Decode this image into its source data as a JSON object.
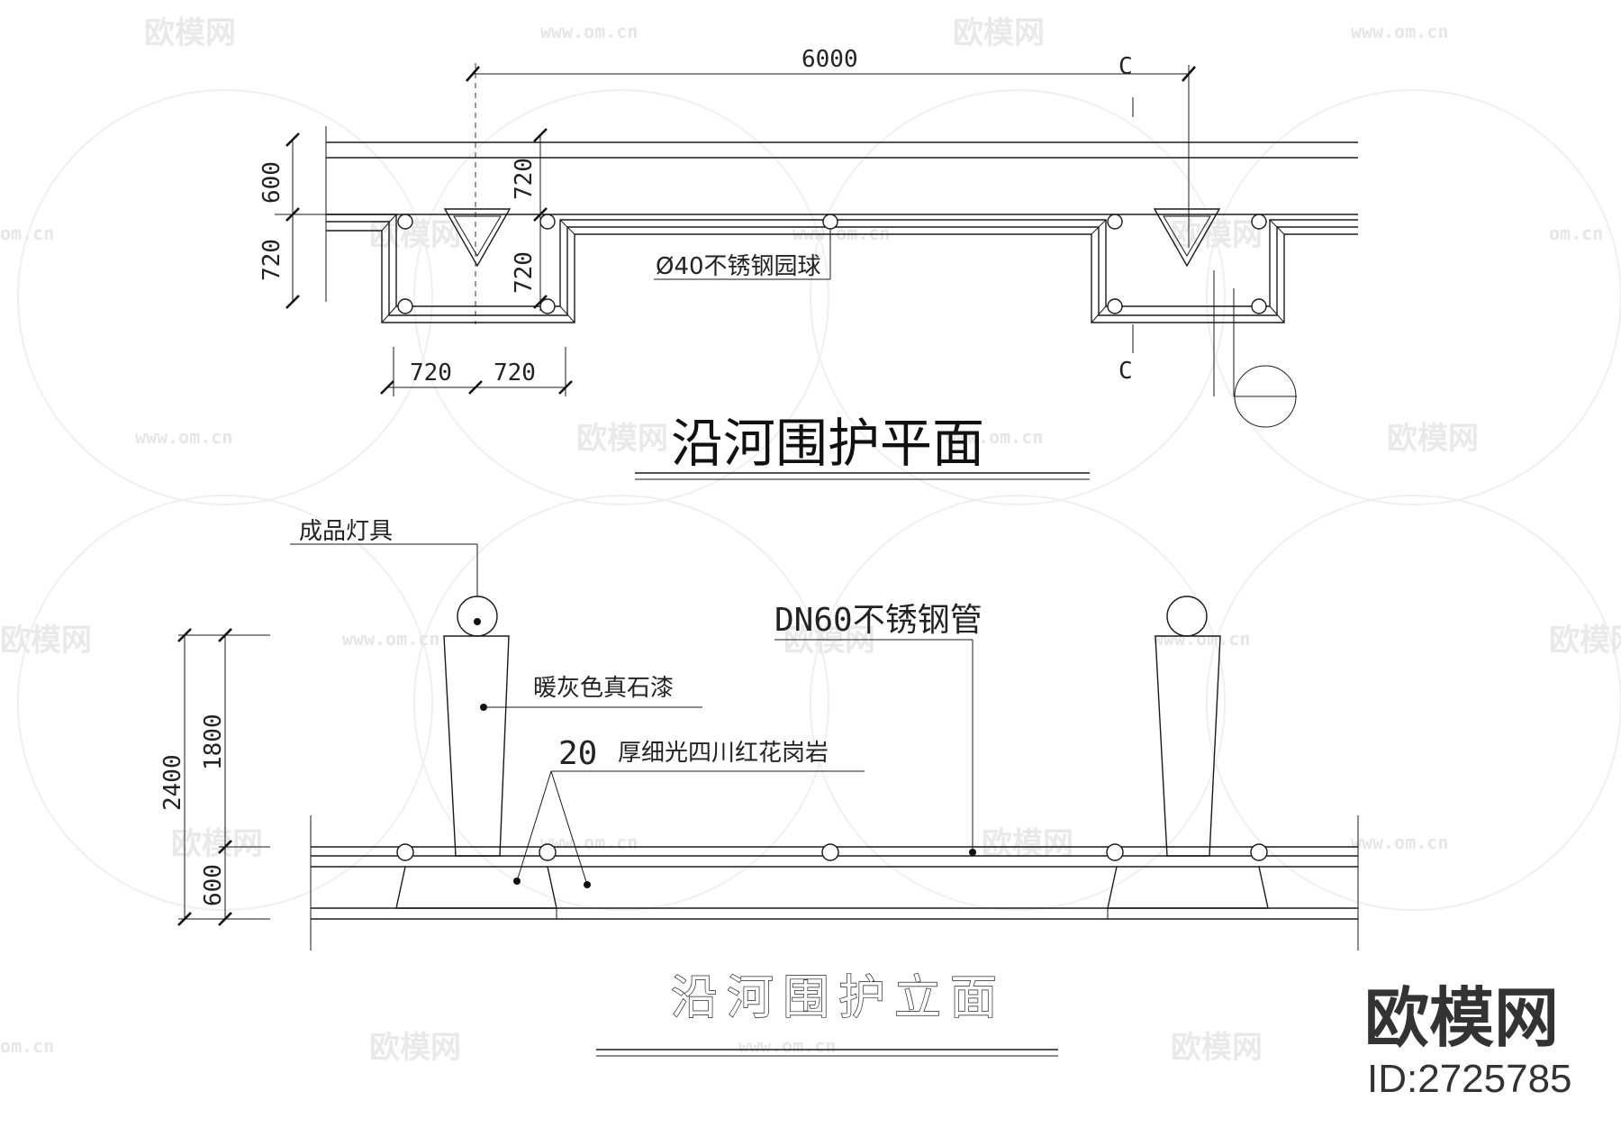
{
  "watermark": {
    "site_name": "欧模网",
    "url": "www.om.cn",
    "url_short": "om.cn"
  },
  "plan": {
    "title": "沿河围护平面",
    "dims": {
      "top_total": "6000",
      "left_upper": "600",
      "left_lower": "720",
      "inner_upper": "720",
      "inner_lower": "720",
      "bottom_left": "720",
      "bottom_right": "720"
    },
    "section_mark_top": "C",
    "section_mark_bottom": "C",
    "note_ball": "Ø40不锈钢园球"
  },
  "elevation": {
    "title": "沿河围护立面",
    "dims": {
      "total": "2400",
      "upper": "1800",
      "lower": "600"
    },
    "notes": {
      "lamp": "成品灯具",
      "pipe": "DN60不锈钢管",
      "paint": "暖灰色真石漆",
      "granite_thickness": "20",
      "granite": "厚细光四川红花岗岩"
    }
  },
  "brand": {
    "name": "欧模网",
    "id": "ID:2725785"
  }
}
